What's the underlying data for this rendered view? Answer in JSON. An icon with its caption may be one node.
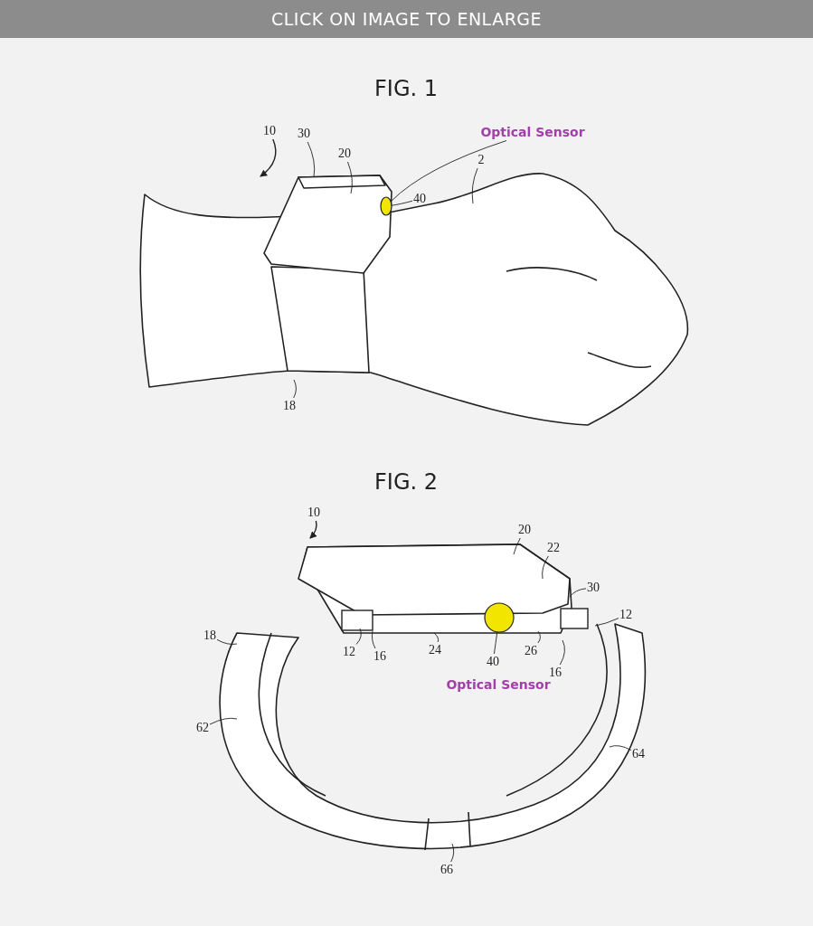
{
  "diagram": {
    "nodes": [
      {
        "text": [
          "10"
        ]
      },
      {
        "text": [
          "30"
        ]
      },
      {
        "text": [
          "20"
        ]
      },
      {
        "text": [
          "Optical Sensor"
        ]
      },
      {
        "text": [
          "2"
        ]
      },
      {
        "text": [
          "40"
        ]
      },
      {
        "text": [
          "18"
        ]
      },
      {
        "text": [
          "10"
        ]
      },
      {
        "text": [
          "20"
        ]
      },
      {
        "text": [
          "22"
        ]
      },
      {
        "text": [
          "30"
        ]
      },
      {
        "text": [
          "12"
        ]
      },
      {
        "text": [
          "18"
        ]
      },
      {
        "text": [
          "12"
        ]
      },
      {
        "text": [
          "16"
        ]
      },
      {
        "text": [
          "24"
        ]
      },
      {
        "text": [
          "40"
        ]
      },
      {
        "text": [
          "26"
        ]
      },
      {
        "text": [
          "16"
        ]
      },
      {
        "text": [
          "62"
        ]
      },
      {
        "text": [
          "64"
        ]
      },
      {
        "text": [
          "66"
        ]
      },
      {
        "text": [],
        "shape": "circle"
      },
      {
        "text": [],
        "shape": "circle"
      }
    ],
    "edges": [
      {
        "from": 0,
        "to": null,
        "arrow": "to"
      },
      {
        "from": 1,
        "to": null,
        "arrow": "none"
      },
      {
        "from": 2,
        "to": null,
        "arrow": "none"
      },
      {
        "from": 3,
        "to": 22,
        "arrow": "none"
      },
      {
        "from": 4,
        "to": null,
        "arrow": "none"
      },
      {
        "from": 5,
        "to": 22,
        "arrow": "none"
      },
      {
        "from": 6,
        "to": null,
        "arrow": "none"
      },
      {
        "from": 7,
        "to": null,
        "arrow": "to"
      },
      {
        "from": 8,
        "to": null,
        "arrow": "none"
      },
      {
        "from": 9,
        "to": null,
        "arrow": "none"
      },
      {
        "from": 10,
        "to": null,
        "arrow": "none"
      },
      {
        "from": 11,
        "to": null,
        "arrow": "none"
      },
      {
        "from": 12,
        "to": null,
        "arrow": "none"
      },
      {
        "from": 13,
        "to": null,
        "arrow": "none"
      },
      {
        "from": 14,
        "to": null,
        "arrow": "none"
      },
      {
        "from": 15,
        "to": null,
        "arrow": "none"
      },
      {
        "from": 16,
        "to": 23,
        "arrow": "none"
      },
      {
        "from": 17,
        "to": null,
        "arrow": "none"
      },
      {
        "from": 18,
        "to": null,
        "arrow": "none"
      },
      {
        "from": 19,
        "to": null,
        "arrow": "none"
      },
      {
        "from": 20,
        "to": null,
        "arrow": "none"
      },
      {
        "from": 21,
        "to": null,
        "arrow": "none"
      }
    ],
    "labels": [
      "CLICK ON IMAGE TO ENLARGE",
      "FIG. 1",
      "FIG. 2",
      "Optical Sensor"
    ]
  }
}
